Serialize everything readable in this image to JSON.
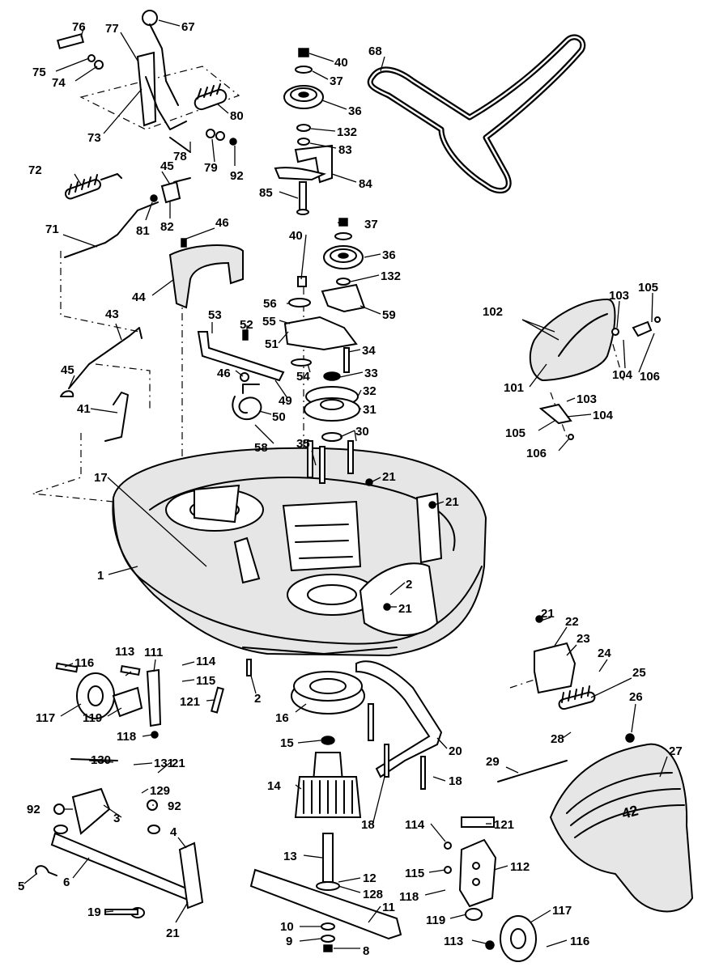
{
  "callouts": [
    {
      "id": "67",
      "label": "67"
    },
    {
      "id": "76",
      "label": "76"
    },
    {
      "id": "77",
      "label": "77"
    },
    {
      "id": "75",
      "label": "75"
    },
    {
      "id": "74",
      "label": "74"
    },
    {
      "id": "80",
      "label": "80"
    },
    {
      "id": "73",
      "label": "73"
    },
    {
      "id": "78",
      "label": "78"
    },
    {
      "id": "79",
      "label": "79"
    },
    {
      "id": "92a",
      "label": "92"
    },
    {
      "id": "72",
      "label": "72"
    },
    {
      "id": "45a",
      "label": "45"
    },
    {
      "id": "81",
      "label": "81"
    },
    {
      "id": "82",
      "label": "82"
    },
    {
      "id": "71",
      "label": "71"
    },
    {
      "id": "46a",
      "label": "46"
    },
    {
      "id": "44",
      "label": "44"
    },
    {
      "id": "43",
      "label": "43"
    },
    {
      "id": "45b",
      "label": "45"
    },
    {
      "id": "41",
      "label": "41"
    },
    {
      "id": "40a",
      "label": "40"
    },
    {
      "id": "37a",
      "label": "37"
    },
    {
      "id": "36a",
      "label": "36"
    },
    {
      "id": "132a",
      "label": "132"
    },
    {
      "id": "83",
      "label": "83"
    },
    {
      "id": "84",
      "label": "84"
    },
    {
      "id": "85",
      "label": "85"
    },
    {
      "id": "68",
      "label": "68"
    },
    {
      "id": "40b",
      "label": "40"
    },
    {
      "id": "37b",
      "label": "37"
    },
    {
      "id": "36b",
      "label": "36"
    },
    {
      "id": "132b",
      "label": "132"
    },
    {
      "id": "56",
      "label": "56"
    },
    {
      "id": "59",
      "label": "59"
    },
    {
      "id": "55",
      "label": "55"
    },
    {
      "id": "53",
      "label": "53"
    },
    {
      "id": "52",
      "label": "52"
    },
    {
      "id": "51",
      "label": "51"
    },
    {
      "id": "34",
      "label": "34"
    },
    {
      "id": "46b",
      "label": "46"
    },
    {
      "id": "54",
      "label": "54"
    },
    {
      "id": "33",
      "label": "33"
    },
    {
      "id": "49",
      "label": "49"
    },
    {
      "id": "32",
      "label": "32"
    },
    {
      "id": "50",
      "label": "50"
    },
    {
      "id": "31",
      "label": "31"
    },
    {
      "id": "30",
      "label": "30"
    },
    {
      "id": "58",
      "label": "58"
    },
    {
      "id": "35",
      "label": "35"
    },
    {
      "id": "105a",
      "label": "105"
    },
    {
      "id": "102",
      "label": "102"
    },
    {
      "id": "103a",
      "label": "103"
    },
    {
      "id": "101",
      "label": "101"
    },
    {
      "id": "104a",
      "label": "104"
    },
    {
      "id": "106a",
      "label": "106"
    },
    {
      "id": "103b",
      "label": "103"
    },
    {
      "id": "104b",
      "label": "104"
    },
    {
      "id": "105b",
      "label": "105"
    },
    {
      "id": "106b",
      "label": "106"
    },
    {
      "id": "17",
      "label": "17"
    },
    {
      "id": "21a",
      "label": "21"
    },
    {
      "id": "21b",
      "label": "21"
    },
    {
      "id": "1",
      "label": "1"
    },
    {
      "id": "2a",
      "label": "2"
    },
    {
      "id": "21c",
      "label": "21"
    },
    {
      "id": "21d",
      "label": "21"
    },
    {
      "id": "22",
      "label": "22"
    },
    {
      "id": "23",
      "label": "23"
    },
    {
      "id": "24",
      "label": "24"
    },
    {
      "id": "25",
      "label": "25"
    },
    {
      "id": "26",
      "label": "26"
    },
    {
      "id": "116a",
      "label": "116"
    },
    {
      "id": "113a",
      "label": "113"
    },
    {
      "id": "111",
      "label": "111"
    },
    {
      "id": "114a",
      "label": "114"
    },
    {
      "id": "115a",
      "label": "115"
    },
    {
      "id": "117a",
      "label": "117"
    },
    {
      "id": "119a",
      "label": "119"
    },
    {
      "id": "121a",
      "label": "121"
    },
    {
      "id": "2b",
      "label": "2"
    },
    {
      "id": "16",
      "label": "16"
    },
    {
      "id": "118a",
      "label": "118"
    },
    {
      "id": "130",
      "label": "130"
    },
    {
      "id": "131",
      "label": "131"
    },
    {
      "id": "21e",
      "label": "21"
    },
    {
      "id": "15",
      "label": "15"
    },
    {
      "id": "20",
      "label": "20"
    },
    {
      "id": "28",
      "label": "28"
    },
    {
      "id": "27",
      "label": "27"
    },
    {
      "id": "29",
      "label": "29"
    },
    {
      "id": "129",
      "label": "129"
    },
    {
      "id": "92b",
      "label": "92"
    },
    {
      "id": "92c",
      "label": "92"
    },
    {
      "id": "3",
      "label": "3"
    },
    {
      "id": "14",
      "label": "14"
    },
    {
      "id": "18a",
      "label": "18"
    },
    {
      "id": "18b",
      "label": "18"
    },
    {
      "id": "4",
      "label": "4"
    },
    {
      "id": "121b",
      "label": "121"
    },
    {
      "id": "114b",
      "label": "114"
    },
    {
      "id": "5",
      "label": "5"
    },
    {
      "id": "6",
      "label": "6"
    },
    {
      "id": "13",
      "label": "13"
    },
    {
      "id": "12",
      "label": "12"
    },
    {
      "id": "128",
      "label": "128"
    },
    {
      "id": "115b",
      "label": "115"
    },
    {
      "id": "112",
      "label": "112"
    },
    {
      "id": "118b",
      "label": "118"
    },
    {
      "id": "19",
      "label": "19"
    },
    {
      "id": "21f",
      "label": "21"
    },
    {
      "id": "11",
      "label": "11"
    },
    {
      "id": "119b",
      "label": "119"
    },
    {
      "id": "117b",
      "label": "117"
    },
    {
      "id": "10",
      "label": "10"
    },
    {
      "id": "9",
      "label": "9"
    },
    {
      "id": "113b",
      "label": "113"
    },
    {
      "id": "116b",
      "label": "116"
    },
    {
      "id": "8",
      "label": "8"
    }
  ],
  "deck_emblem": "42"
}
